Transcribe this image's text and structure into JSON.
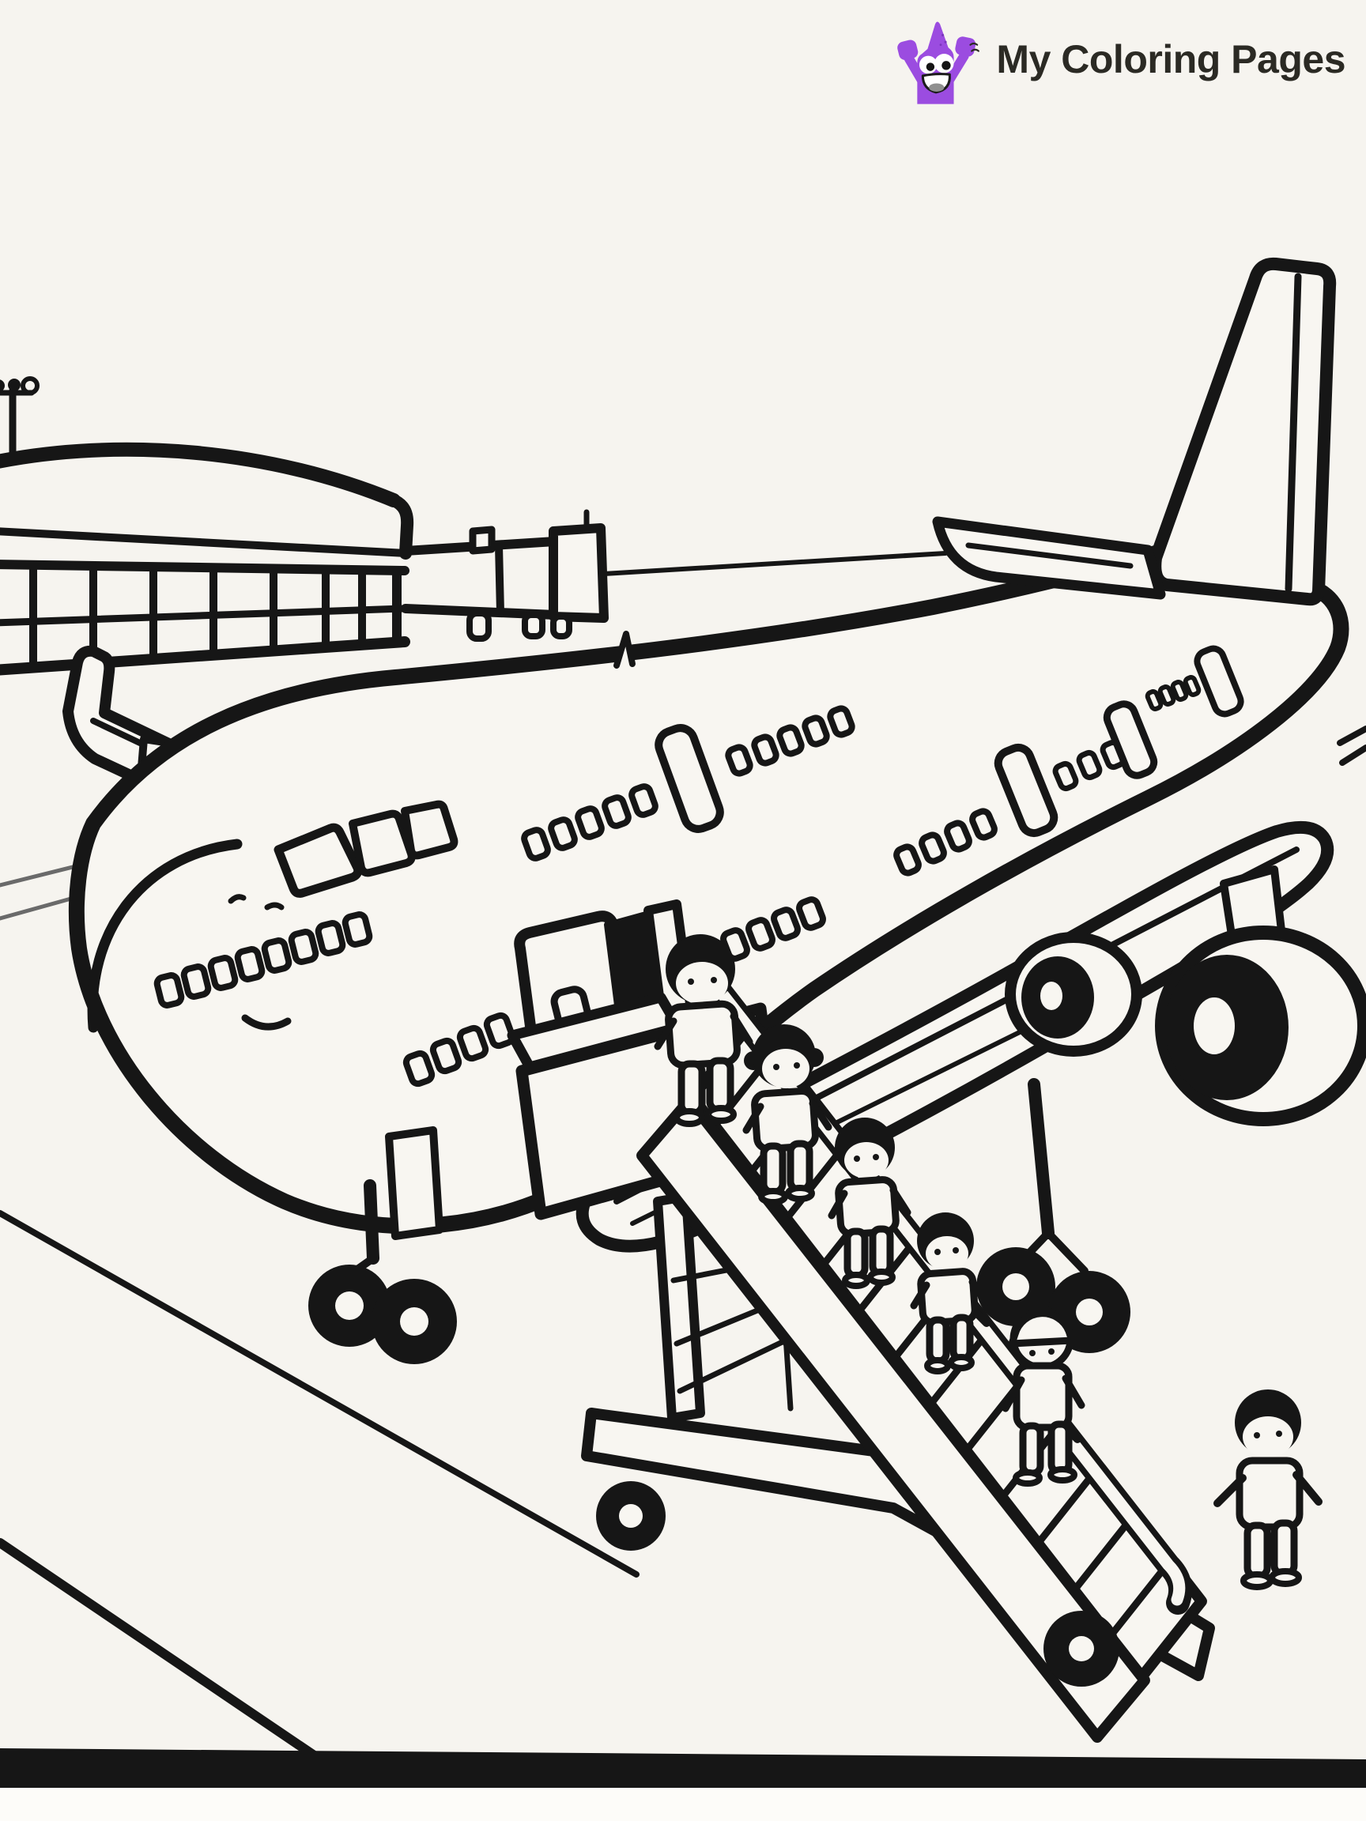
{
  "header": {
    "brand_name": "My Coloring Pages",
    "mascot": {
      "icon": "crayon-mascot-icon",
      "description": "smiling purple crayon with raised fists"
    }
  },
  "illustration": {
    "alt": "Black and white coloring page: a jumbo jet parked on the tarmac in front of an airport terminal and jet bridge, with passengers walking down mobile boarding stairs",
    "scene": {
      "background": [
        "airport terminal with window grid",
        "rooftop lamp post",
        "jet bridge on support legs",
        "horizon line"
      ],
      "airplane": [
        "round smiling nose",
        "cockpit windshield panes",
        "far wing with engine",
        "passenger window rows",
        "cabin doors",
        "open boarding door",
        "main swept wing",
        "two jet engines",
        "front landing gear",
        "rear landing gear",
        "tall tail fin",
        "horizontal stabilizer",
        "roof antenna"
      ],
      "foreground": [
        "mobile stair truck with canopy platform",
        "support truss",
        "trolley wheels",
        "passenger at the door",
        "three passengers on the steps",
        "ground crew member with cap",
        "passenger walking away bottom right",
        "tarmac lane lines",
        "black runway stripe"
      ]
    }
  },
  "colors": {
    "paper": "#f6f4ef",
    "paper_light": "#f8f6f1",
    "line": "#161616",
    "brand_purple": "#9b4ce0",
    "brand_purple_dark": "#7a35bc",
    "brand_text": "#2b2a24",
    "tongue_gray": "#8f8f8f",
    "thin_line": "#6a6a6a"
  }
}
